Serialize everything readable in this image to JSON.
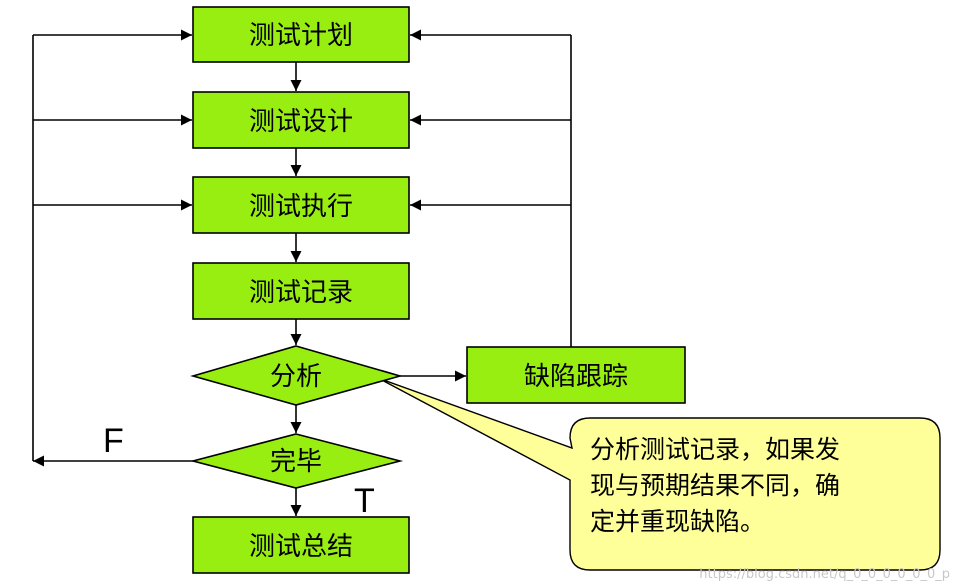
{
  "nodes": {
    "plan": "测试计划",
    "design": "测试设计",
    "execute": "测试执行",
    "record": "测试记录",
    "analyze": "分析",
    "track": "缺陷跟踪",
    "complete": "完毕",
    "summary": "测试总结"
  },
  "branch_labels": {
    "false": "F",
    "true": "T"
  },
  "callout": {
    "line1": "分析测试记录，如果发",
    "line2": "现与预期结果不同，确",
    "line3": "定并重现缺陷。"
  },
  "watermark": "https://blog.csdn.net/q_0_0_0_0_0_0_p",
  "colors": {
    "node_fill": "#99ee11",
    "callout_fill": "#ffff99"
  }
}
